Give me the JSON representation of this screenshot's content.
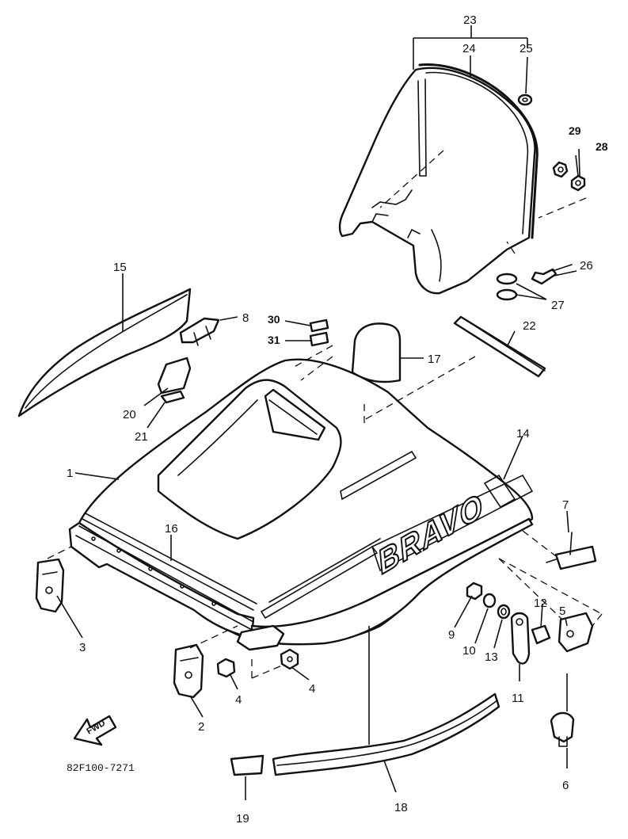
{
  "diagram": {
    "code": "82F100-7271",
    "brand_text": "BRAVO",
    "front_arrow_text": "FWD",
    "callouts": {
      "c1": "1",
      "c2": "2",
      "c3": "3",
      "c4a": "4",
      "c4b": "4",
      "c5": "5",
      "c6": "6",
      "c7": "7",
      "c8": "8",
      "c9": "9",
      "c10": "10",
      "c11": "11",
      "c12": "12",
      "c13": "13",
      "c14": "14",
      "c15": "15",
      "c16": "16",
      "c17": "17",
      "c18": "18",
      "c19": "19",
      "c20": "20",
      "c21": "21",
      "c22": "22",
      "c23": "23",
      "c24": "24",
      "c25": "25",
      "c26": "26",
      "c27": "27",
      "c28": "28",
      "c29": "29",
      "c30": "30",
      "c31": "31"
    }
  }
}
